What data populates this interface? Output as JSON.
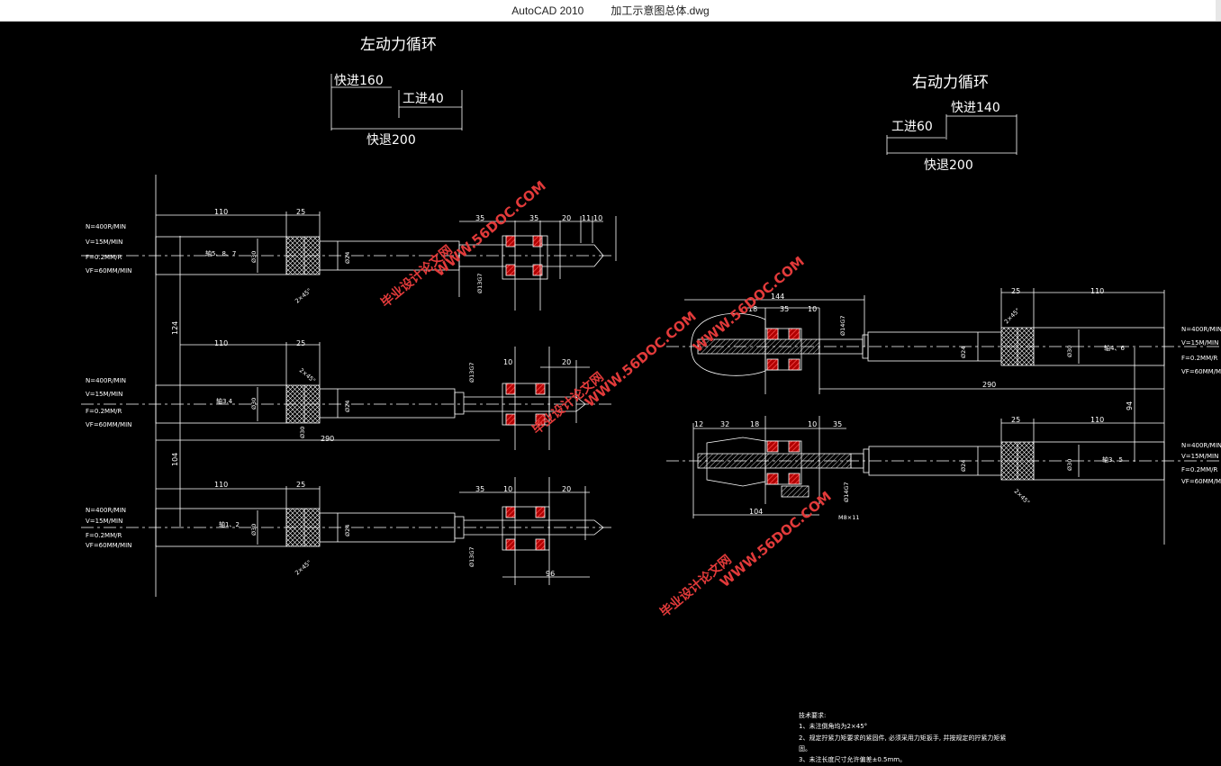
{
  "window": {
    "app_name": "AutoCAD 2010",
    "file_name": "加工示意图总体.dwg"
  },
  "colors": {
    "background": "#000000",
    "lines": "#ffffff",
    "hatch": "#ff2020",
    "watermark": "#e23a3a"
  },
  "left_cycle": {
    "title": "左动力循环",
    "rapid_feed": "快进160",
    "work_feed": "工进40",
    "rapid_return": "快退200"
  },
  "right_cycle": {
    "title": "右动力循环",
    "rapid_feed": "快进140",
    "work_feed": "工进60",
    "rapid_return": "快退200"
  },
  "params": {
    "speed": "N=400R/MIN",
    "velocity": "V=15M/MIN",
    "feed": "F=0.2MM/R",
    "feed_rate": "VF=60MM/MIN"
  },
  "shafts": {
    "s578": "轴5、8、7",
    "s34": "轴3.4",
    "s12": "轴1、2",
    "s46": "轴4、6",
    "s35": "轴3、5"
  },
  "dims": {
    "d110": "110",
    "d25": "25",
    "d35": "35",
    "d20": "20",
    "d11": "11",
    "d10": "10",
    "d124": "124",
    "d104": "104",
    "d290": "290",
    "d96": "96",
    "d144": "144",
    "d18": "18",
    "d12": "12",
    "d32": "32",
    "d94": "94",
    "chamfer": "2×45°",
    "dia30": "Ø30",
    "dia24": "Ø24",
    "dia13g7": "Ø13G7",
    "dia14g7": "Ø14G7",
    "m8": "M8×11"
  },
  "watermark": {
    "site": "WWW.56DOC.COM",
    "name": "毕业设计论文网"
  },
  "notes": {
    "title": "技术要求:",
    "line1": "1、未注倒角均为2×45°",
    "line2": "2、规定拧紧力矩要求的紧固件, 必须采用力矩扳手, 并按规定的拧紧力矩紧",
    "line2b": "固。",
    "line3": "3、未注长度尺寸允许偏差±0.5mm。"
  }
}
